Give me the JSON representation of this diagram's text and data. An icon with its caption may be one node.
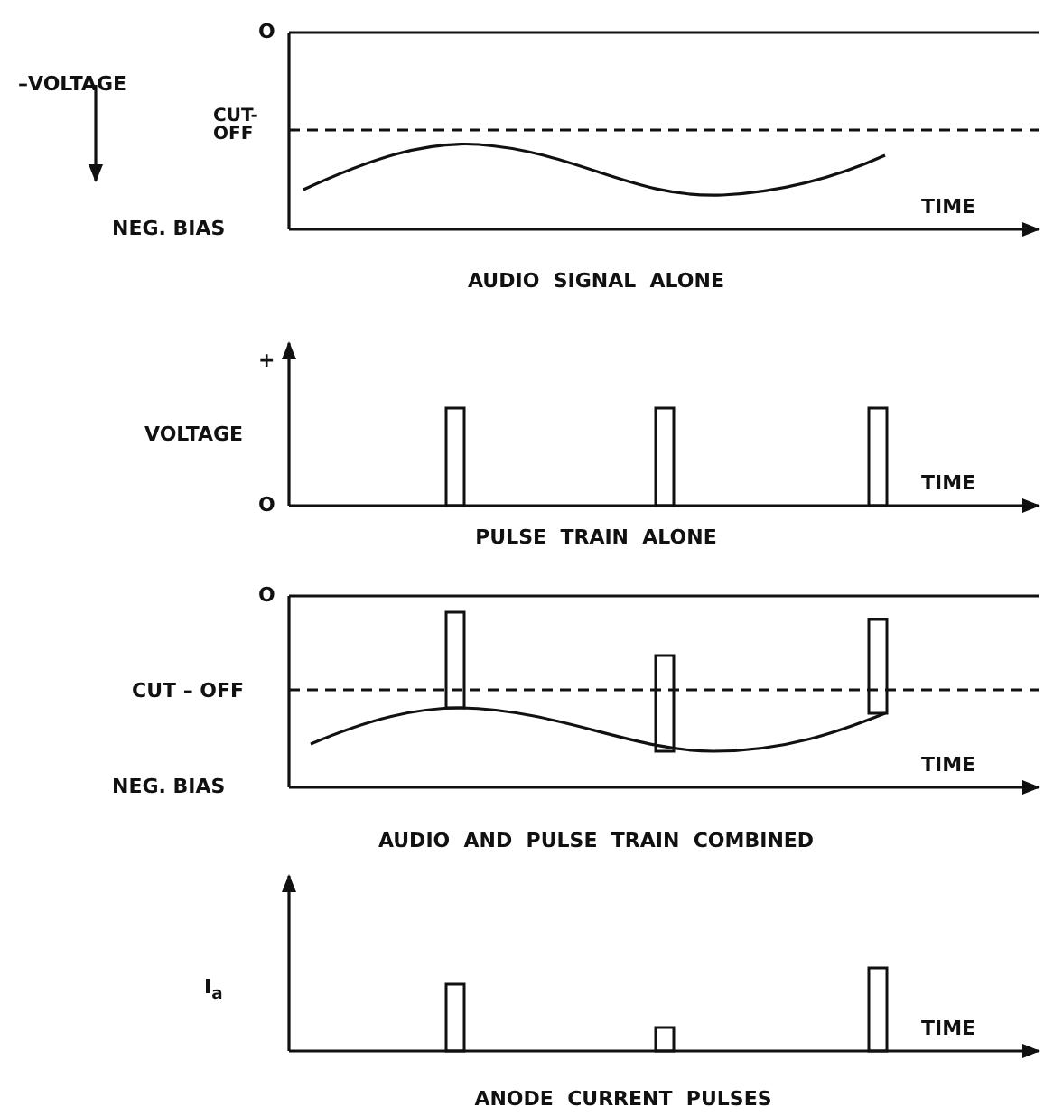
{
  "diagram": {
    "labels": [
      "O",
      "–VOLTAGE",
      "CUT-OFF",
      "NEG. BIAS",
      "TIME",
      "AUDIO  SIGNAL  ALONE",
      "+",
      "VOLTAGE",
      "O",
      "TIME",
      "PULSE  TRAIN  ALONE",
      "O",
      "CUT – OFF",
      "NEG. BIAS",
      "TIME",
      "AUDIO  AND  PULSE  TRAIN  COMBINED",
      "I$_{a}$",
      "TIME",
      "ANODE  CURRENT  PULSES"
    ]
  }
}
